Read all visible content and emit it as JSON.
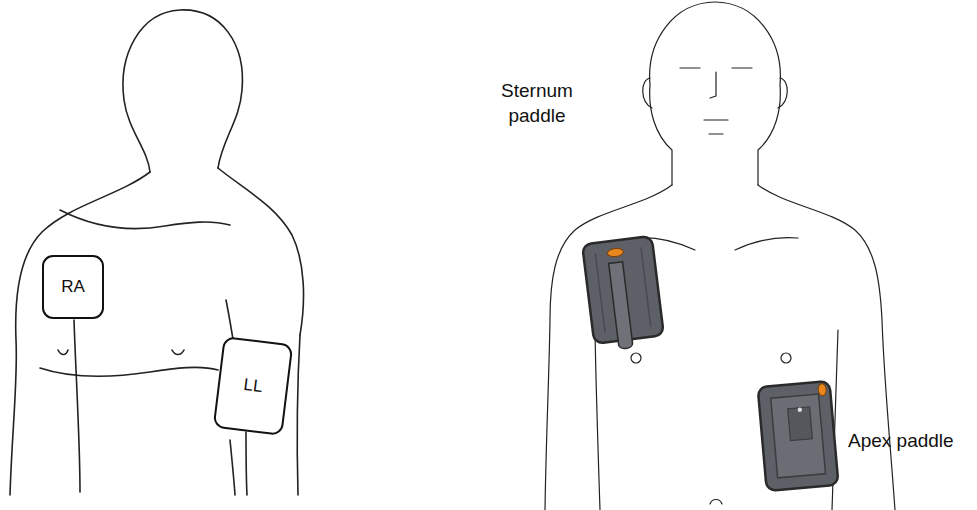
{
  "diagram": {
    "nodes": [
      {
        "text": [
          "RA"
        ]
      },
      {
        "text": [
          "LL"
        ]
      }
    ],
    "labels": [
      "Sternum paddle",
      "Apex paddle"
    ]
  }
}
